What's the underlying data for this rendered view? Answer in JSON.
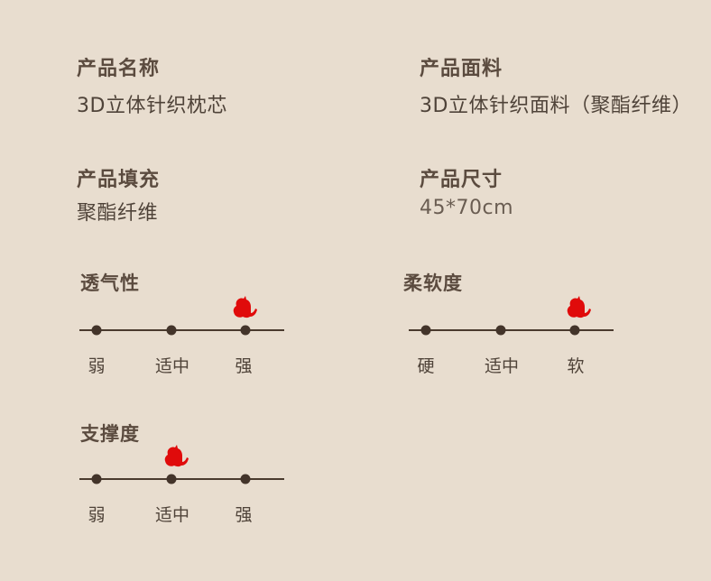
{
  "specs": [
    {
      "label": "产品名称",
      "value": "3D立体针织枕芯"
    },
    {
      "label": "产品面料",
      "value": "3D立体针织面料（聚酯纤维）"
    },
    {
      "label": "产品填充",
      "value": "聚酯纤维"
    },
    {
      "label": "产品尺寸",
      "value": "45*70cm"
    }
  ],
  "scales": [
    {
      "title": "透气性",
      "ticks": [
        "弱",
        "适中",
        "强"
      ],
      "selected_index": 2,
      "selected": "强"
    },
    {
      "title": "柔软度",
      "ticks": [
        "硬",
        "适中",
        "软"
      ],
      "selected_index": 2,
      "selected": "软"
    },
    {
      "title": "支撑度",
      "ticks": [
        "弱",
        "适中",
        "强"
      ],
      "selected_index": 1,
      "selected": "适中"
    }
  ],
  "icons": {
    "indicator": "red-cat-icon"
  },
  "colors": {
    "background": "#e8ddcf",
    "label": "#5b4b3f",
    "text": "#4f4339",
    "line": "#4a3a2e",
    "dot": "#43342a",
    "indicator": "#e00b0b"
  }
}
